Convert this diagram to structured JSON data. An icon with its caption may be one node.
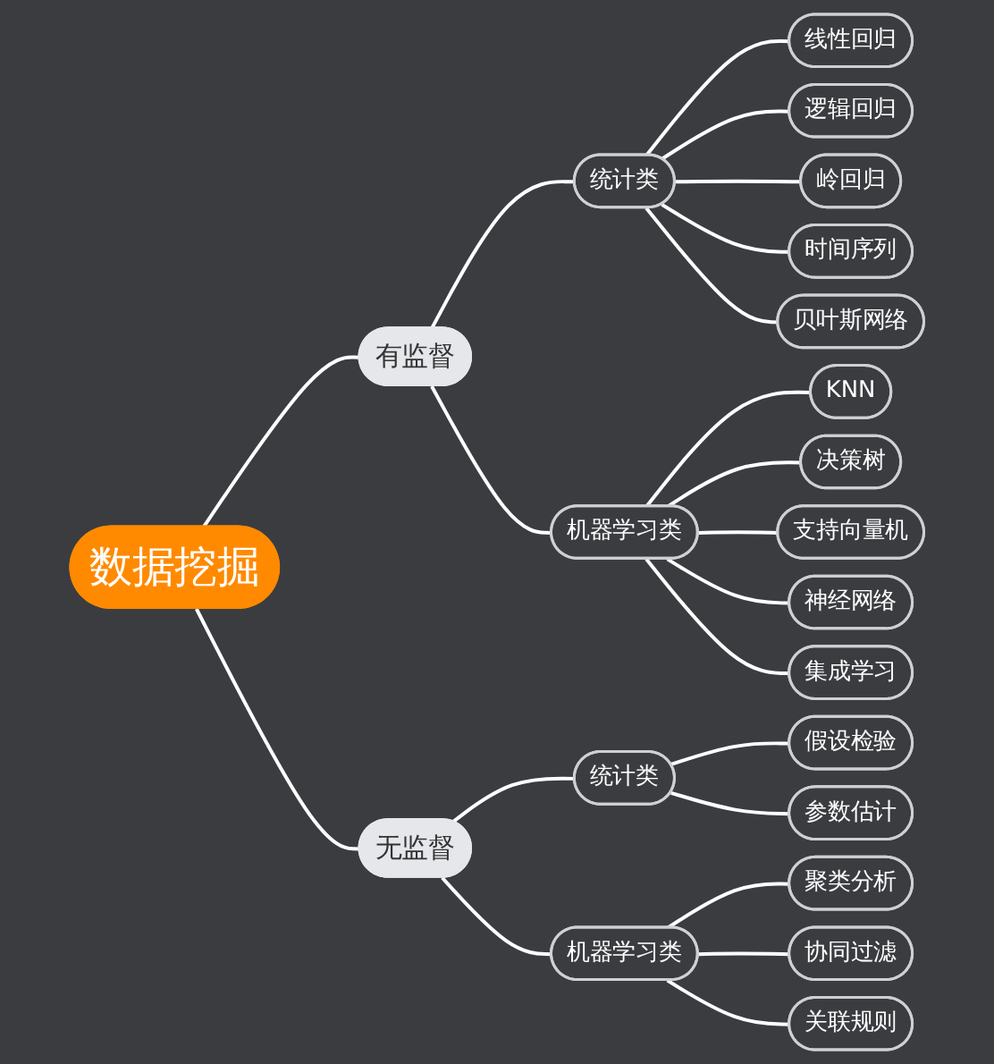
{
  "diagram": {
    "nodes": [
      {
        "text": [
          "数据挖掘"
        ]
      },
      {
        "text": [
          "有监督"
        ]
      },
      {
        "text": [
          "统计类"
        ]
      },
      {
        "text": [
          "线性回归"
        ]
      },
      {
        "text": [
          "逻辑回归"
        ]
      },
      {
        "text": [
          "岭回归"
        ]
      },
      {
        "text": [
          "时间序列"
        ]
      },
      {
        "text": [
          "贝叶斯网络"
        ]
      },
      {
        "text": [
          "机器学习类"
        ]
      },
      {
        "text": [
          "KNN"
        ]
      },
      {
        "text": [
          "决策树"
        ]
      },
      {
        "text": [
          "支持向量机"
        ]
      },
      {
        "text": [
          "神经网络"
        ]
      },
      {
        "text": [
          "集成学习"
        ]
      },
      {
        "text": [
          "无监督"
        ]
      },
      {
        "text": [
          "统计类"
        ]
      },
      {
        "text": [
          "假设检验"
        ]
      },
      {
        "text": [
          "参数估计"
        ]
      },
      {
        "text": [
          "机器学习类"
        ]
      },
      {
        "text": [
          "聚类分析"
        ]
      },
      {
        "text": [
          "协同过滤"
        ]
      },
      {
        "text": [
          "关联规则"
        ]
      }
    ],
    "edges": [
      {
        "from": 0,
        "to": 1,
        "arrow": "none"
      },
      {
        "from": 1,
        "to": 2,
        "arrow": "none"
      },
      {
        "from": 2,
        "to": 3,
        "arrow": "none"
      },
      {
        "from": 2,
        "to": 4,
        "arrow": "none"
      },
      {
        "from": 2,
        "to": 5,
        "arrow": "none"
      },
      {
        "from": 2,
        "to": 6,
        "arrow": "none"
      },
      {
        "from": 2,
        "to": 7,
        "arrow": "none"
      },
      {
        "from": 1,
        "to": 8,
        "arrow": "none"
      },
      {
        "from": 8,
        "to": 9,
        "arrow": "none"
      },
      {
        "from": 8,
        "to": 10,
        "arrow": "none"
      },
      {
        "from": 8,
        "to": 11,
        "arrow": "none"
      },
      {
        "from": 8,
        "to": 12,
        "arrow": "none"
      },
      {
        "from": 8,
        "to": 13,
        "arrow": "none"
      },
      {
        "from": 0,
        "to": 14,
        "arrow": "none"
      },
      {
        "from": 14,
        "to": 15,
        "arrow": "none"
      },
      {
        "from": 15,
        "to": 16,
        "arrow": "none"
      },
      {
        "from": 15,
        "to": 17,
        "arrow": "none"
      },
      {
        "from": 14,
        "to": 18,
        "arrow": "none"
      },
      {
        "from": 18,
        "to": 19,
        "arrow": "none"
      },
      {
        "from": 18,
        "to": 20,
        "arrow": "none"
      },
      {
        "from": 18,
        "to": 21,
        "arrow": "none"
      }
    ]
  }
}
